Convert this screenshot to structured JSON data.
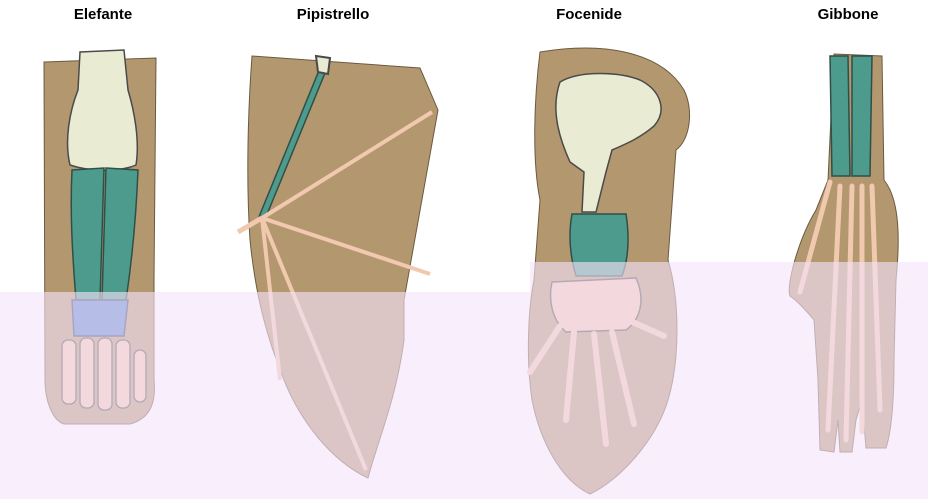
{
  "labels": {
    "elephant": "Elefante",
    "bat": "Pipistrello",
    "seal": "Focenide",
    "gibbon": "Gibbone"
  },
  "colors": {
    "skin": "#b3976e",
    "overlay": "#f6e3fa",
    "humerus": "#e9ecd3",
    "forearm": "#4d9b8c",
    "carpals": "#4f7fc4",
    "phalanges": "#f0c9ae",
    "bone_outline": "#4a4a4a"
  }
}
